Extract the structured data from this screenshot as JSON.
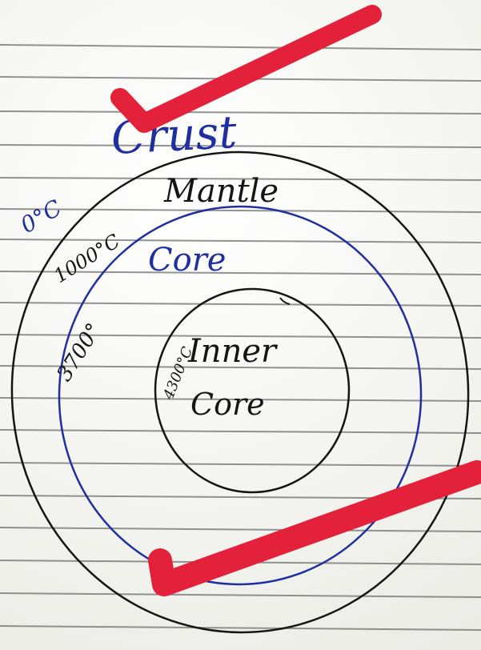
{
  "labels": {
    "crust": "Crust",
    "mantle": "Mantle",
    "core": "Core",
    "inner_core_line1": "Inner",
    "inner_core_line2": "Core",
    "temp_crust": "0°C",
    "temp_mantle": "1000°C",
    "temp_core": "3700°",
    "temp_inner": "4300°C"
  },
  "colors": {
    "paper": "#f7f7f4",
    "ruled_line": "#6f6f6f",
    "ink_black": "#151515",
    "ink_blue": "#1f2fa0",
    "tick_red": "#e3213a"
  },
  "annotations": {
    "tick_marks": [
      "check-mark-top",
      "check-mark-bottom"
    ]
  }
}
